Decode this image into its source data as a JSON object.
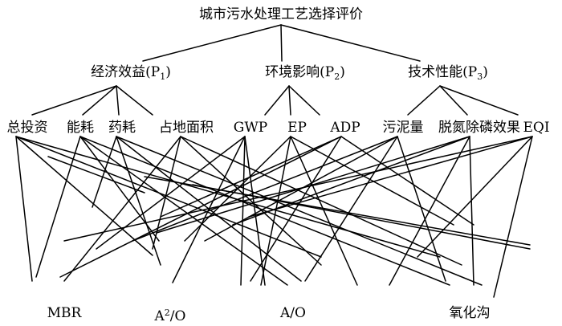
{
  "goal": {
    "label": "城市污水处理工艺选择评价"
  },
  "criteria": [
    {
      "text": "经济效益(P",
      "sub": "1",
      "close": ")"
    },
    {
      "text": "环境影响(P",
      "sub": "2",
      "close": ")"
    },
    {
      "text": "技术性能(P",
      "sub": "3",
      "close": ")"
    }
  ],
  "indicators": [
    {
      "label": "总投资"
    },
    {
      "label": "能耗"
    },
    {
      "label": "药耗"
    },
    {
      "label": "占地面积"
    },
    {
      "label": "GWP"
    },
    {
      "label": "EP"
    },
    {
      "label": "ADP"
    },
    {
      "label": "污泥量"
    },
    {
      "label": "脱氮除磷效果"
    },
    {
      "label": "EQI"
    }
  ],
  "alternatives": [
    {
      "text": "MBR",
      "sup": "",
      "rest": ""
    },
    {
      "text": "A",
      "sup": "2",
      "rest": "/O"
    },
    {
      "text": "A/O",
      "sup": "",
      "rest": ""
    },
    {
      "text": "氧化沟",
      "sup": "",
      "rest": ""
    }
  ]
}
